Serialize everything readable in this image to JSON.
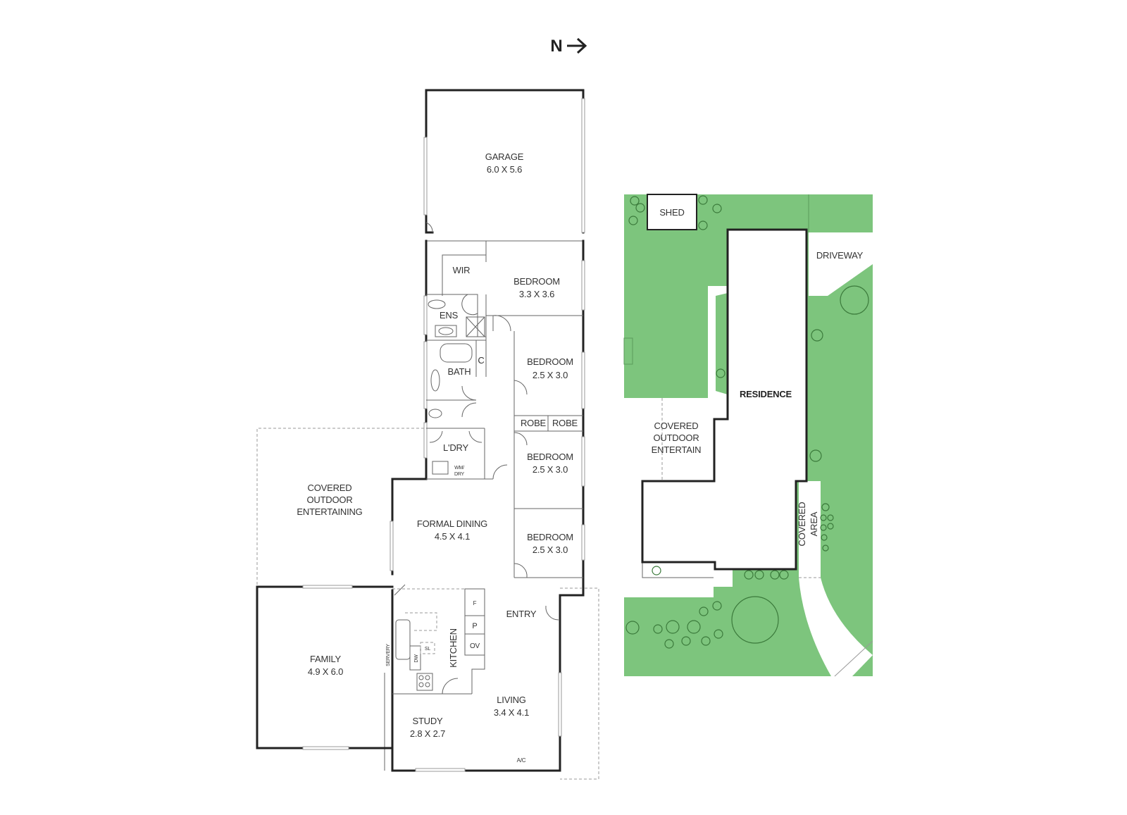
{
  "compass": {
    "label": "N",
    "arrow": "→"
  },
  "floor_plan": {
    "rooms": [
      {
        "id": "garage",
        "name": "GARAGE",
        "size": "6.0 X 5.6"
      },
      {
        "id": "wir",
        "name": "WIR",
        "size": ""
      },
      {
        "id": "master_bedroom",
        "name": "BEDROOM",
        "size": "3.3 X 3.6"
      },
      {
        "id": "ens",
        "name": "ENS",
        "size": ""
      },
      {
        "id": "bath",
        "name": "BATH",
        "size": ""
      },
      {
        "id": "cupboard",
        "name": "C",
        "size": ""
      },
      {
        "id": "bedroom2",
        "name": "BEDROOM",
        "size": "2.5 X 3.0"
      },
      {
        "id": "robe1",
        "name": "ROBE",
        "size": ""
      },
      {
        "id": "robe2",
        "name": "ROBE",
        "size": ""
      },
      {
        "id": "laundry",
        "name": "L'DRY",
        "size": ""
      },
      {
        "id": "wm_dry",
        "name": "WM/ DRY",
        "size": ""
      },
      {
        "id": "bedroom3",
        "name": "BEDROOM",
        "size": "2.5 X 3.0"
      },
      {
        "id": "covered_outdoor",
        "name": "COVERED OUTDOOR ENTERTAINING",
        "lines": [
          "COVERED",
          "OUTDOOR",
          "ENTERTAINING"
        ]
      },
      {
        "id": "formal_dining",
        "name": "FORMAL DINING",
        "size": "4.5 X 4.1"
      },
      {
        "id": "bedroom4",
        "name": "BEDROOM",
        "size": "2.5 X 3.0"
      },
      {
        "id": "entry",
        "name": "ENTRY",
        "size": ""
      },
      {
        "id": "family",
        "name": "FAMILY",
        "size": "4.9 X 6.0"
      },
      {
        "id": "kitchen",
        "name": "KITCHEN",
        "size": ""
      },
      {
        "id": "servery",
        "name": "SERVERY",
        "size": ""
      },
      {
        "id": "study",
        "name": "STUDY",
        "size": "2.8 X 2.7"
      },
      {
        "id": "living",
        "name": "LIVING",
        "size": "3.4 X 4.1"
      }
    ],
    "fixtures": {
      "fridge": "F",
      "pantry": "P",
      "oven": "OV",
      "dishwasher": "DW",
      "sink": "SL",
      "aircon": "A/C"
    }
  },
  "site_plan": {
    "labels": {
      "shed": "SHED",
      "driveway": "DRIVEWAY",
      "residence": "RESIDENCE",
      "covered_outdoor": [
        "COVERED",
        "OUTDOOR",
        "ENTERTAIN"
      ],
      "covered_area": [
        "COVERED",
        "AREA"
      ]
    },
    "colors": {
      "lawn": "#7dc57d",
      "lawn_dark": "#3b7a3b",
      "wall": "#222222"
    }
  }
}
